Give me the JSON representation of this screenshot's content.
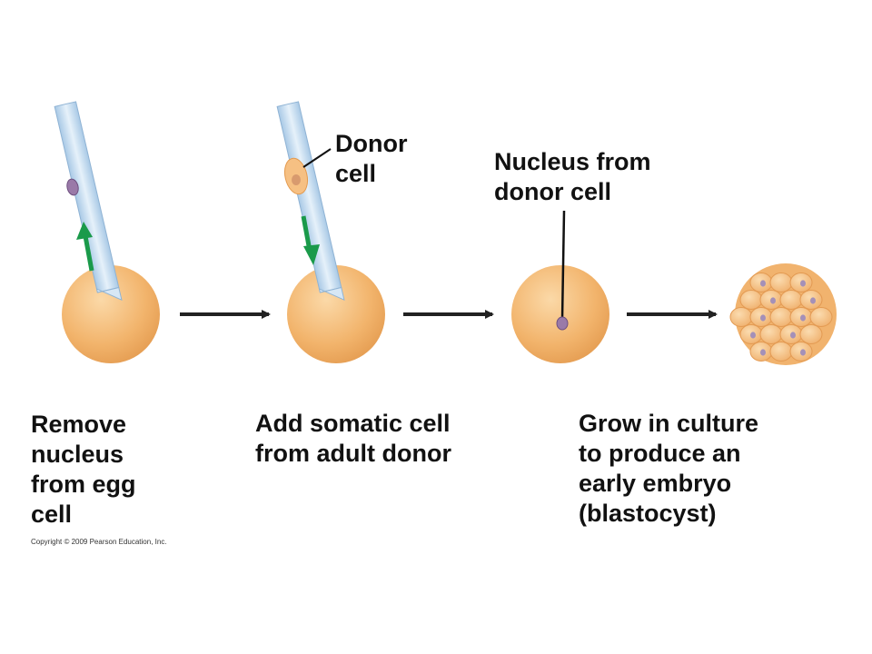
{
  "labels": {
    "donor_cell": "Donor\ncell",
    "nucleus_from_donor": "Nucleus from\ndonor cell",
    "step1": "Remove\nnucleus\nfrom egg\ncell",
    "step2": "Add somatic cell\nfrom adult donor",
    "step3": "Grow in culture\nto produce an\nearly embryo\n(blastocyst)"
  },
  "copyright": "Copyright © 2009 Pearson Education, Inc.",
  "colors": {
    "egg": "#f2b46c",
    "egg_light": "#f9d3a0",
    "egg_dark": "#e49a4e",
    "pipette": "#bcd6ee",
    "arrow_green": "#1a9a4a",
    "nucleus": "#9a7aa8",
    "blastocyst_nucleus": "#a490b8"
  }
}
